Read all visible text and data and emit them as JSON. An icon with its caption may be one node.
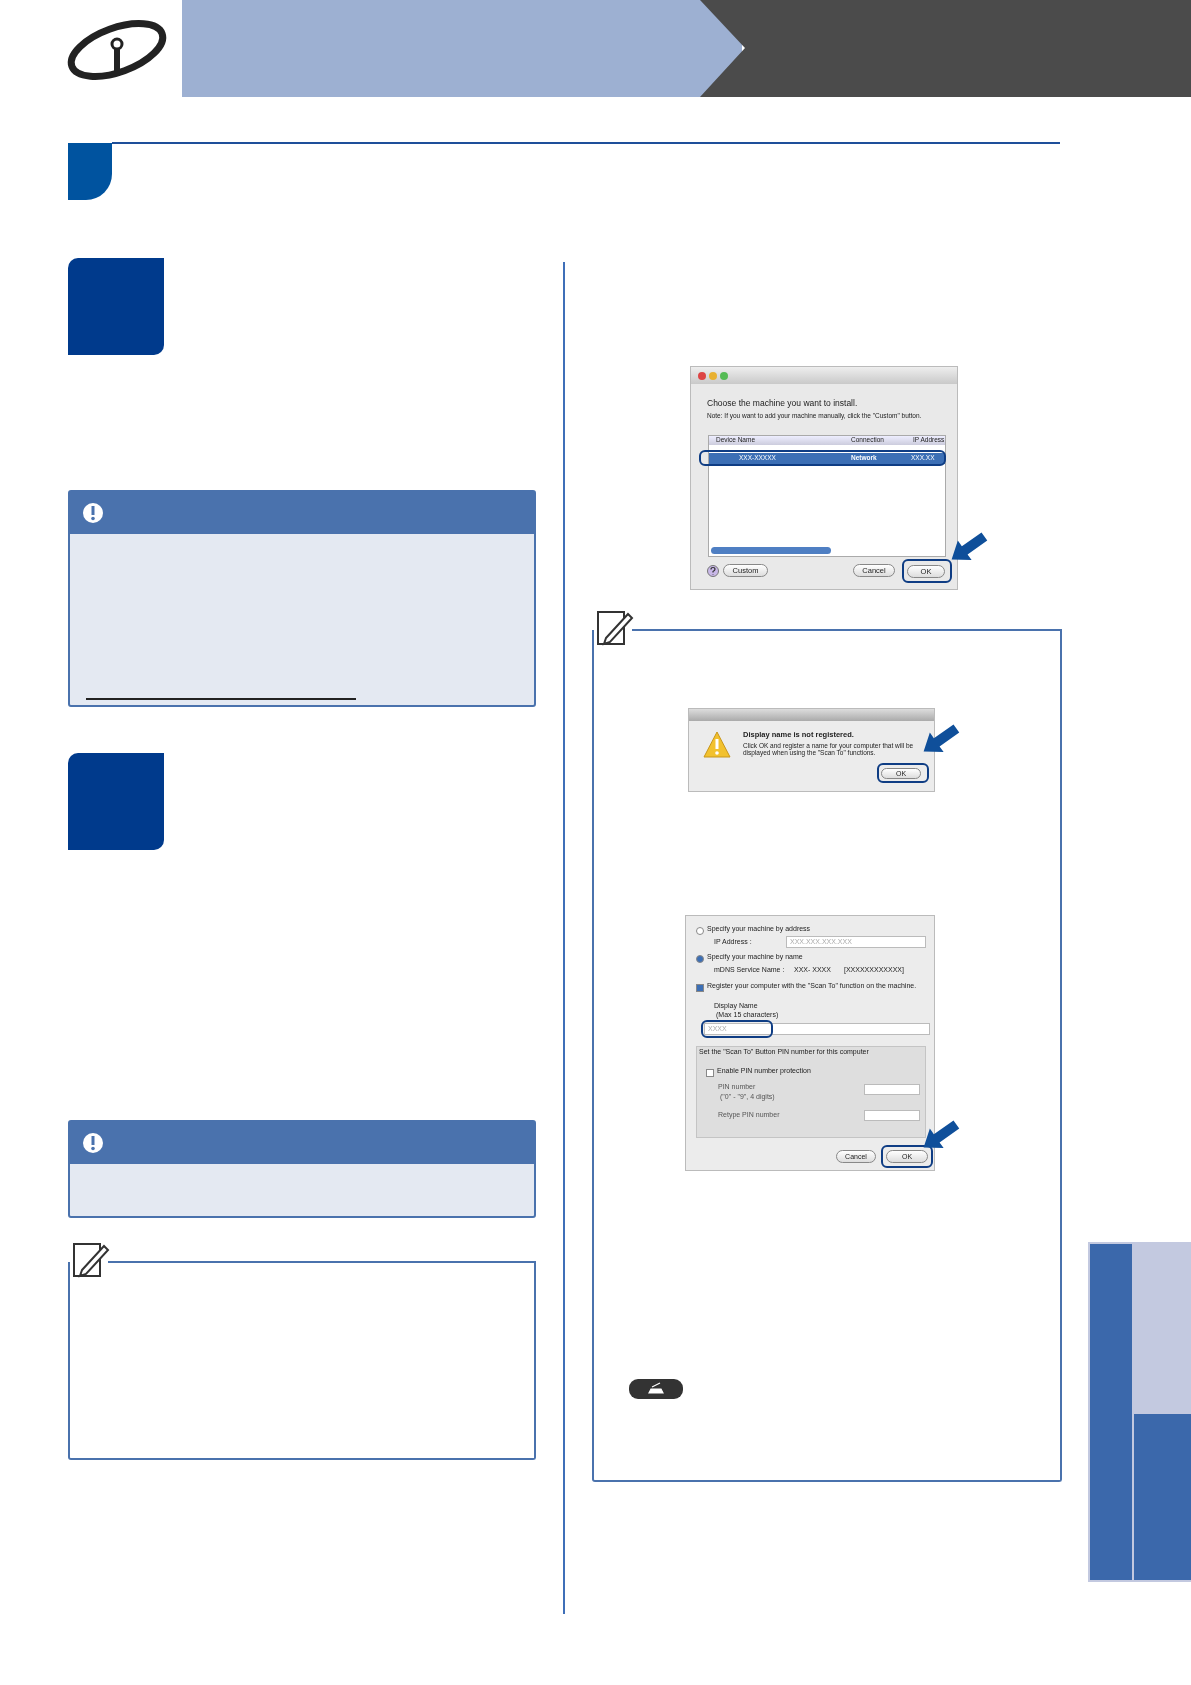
{
  "diagram": {
    "nodes": [
      {
        "text": [],
        "shape": "box"
      },
      {
        "text": [],
        "shape": "box"
      },
      {
        "text": [],
        "shape": "box"
      },
      {
        "text": [],
        "shape": "box"
      },
      {
        "text": [],
        "shape": "box"
      },
      {
        "text": [],
        "shape": "box"
      },
      {
        "text": [],
        "shape": "bar"
      },
      {
        "text": [],
        "shape": "bar"
      }
    ],
    "labels": [
      "Choose the machine you want to install.",
      "Note: If you want to add your machine manually, click the \"Custom\" button.",
      "Device Name",
      "Connection",
      "IP Address",
      "XXX-XXXXX",
      "Network",
      "XXX.XX",
      "Custom",
      "Cancel",
      "OK",
      "Display name is not registered.",
      "Click OK and register a name for your computer that will be displayed when using the \"Scan To\" functions.",
      "OK",
      "Specify your machine by address",
      "IP Address :",
      "XXX.XXX.XXX.XXX",
      "Specify your machine by name",
      "mDNS Service Name :",
      "XXX- XXXX",
      "[XXXXXXXXXXXX]",
      "Register your computer with the \"Scan To\" function on the machine.",
      "Display Name",
      "(Max 15 characters)",
      "XXXX",
      "Set the \"Scan To\" Button PIN number for this computer",
      "Enable PIN number protection",
      "PIN number",
      "(\"0\" - \"9\", 4 digits)",
      "Retype PIN number",
      "Cancel",
      "OK"
    ]
  }
}
